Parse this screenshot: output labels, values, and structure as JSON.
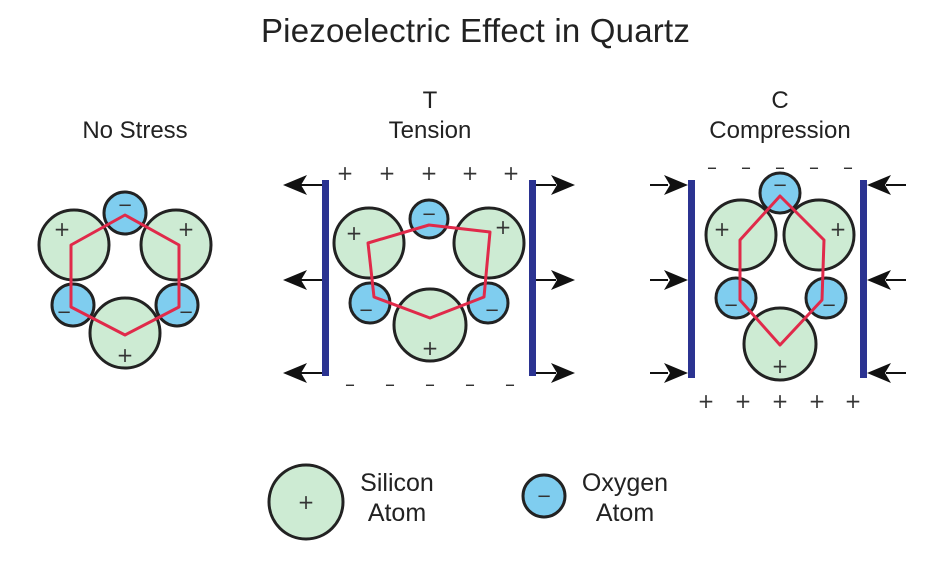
{
  "title": "Piezoelectric Effect in Quartz",
  "panels": {
    "no_stress": {
      "label": "No Stress"
    },
    "tension": {
      "letter": "T",
      "label": "Tension"
    },
    "compression": {
      "letter": "C",
      "label": "Compression"
    }
  },
  "legend": {
    "silicon": {
      "line1": "Silicon",
      "line2": "Atom"
    },
    "oxygen": {
      "line1": "Oxygen",
      "line2": "Atom"
    }
  },
  "colors": {
    "silicon_fill": "#cdebd3",
    "oxygen_fill": "#7fcdef",
    "bond_line": "#e02a4a",
    "plate": "#2b3391"
  },
  "symbols": {
    "plus": "+",
    "minus": "−",
    "dash": "–"
  }
}
